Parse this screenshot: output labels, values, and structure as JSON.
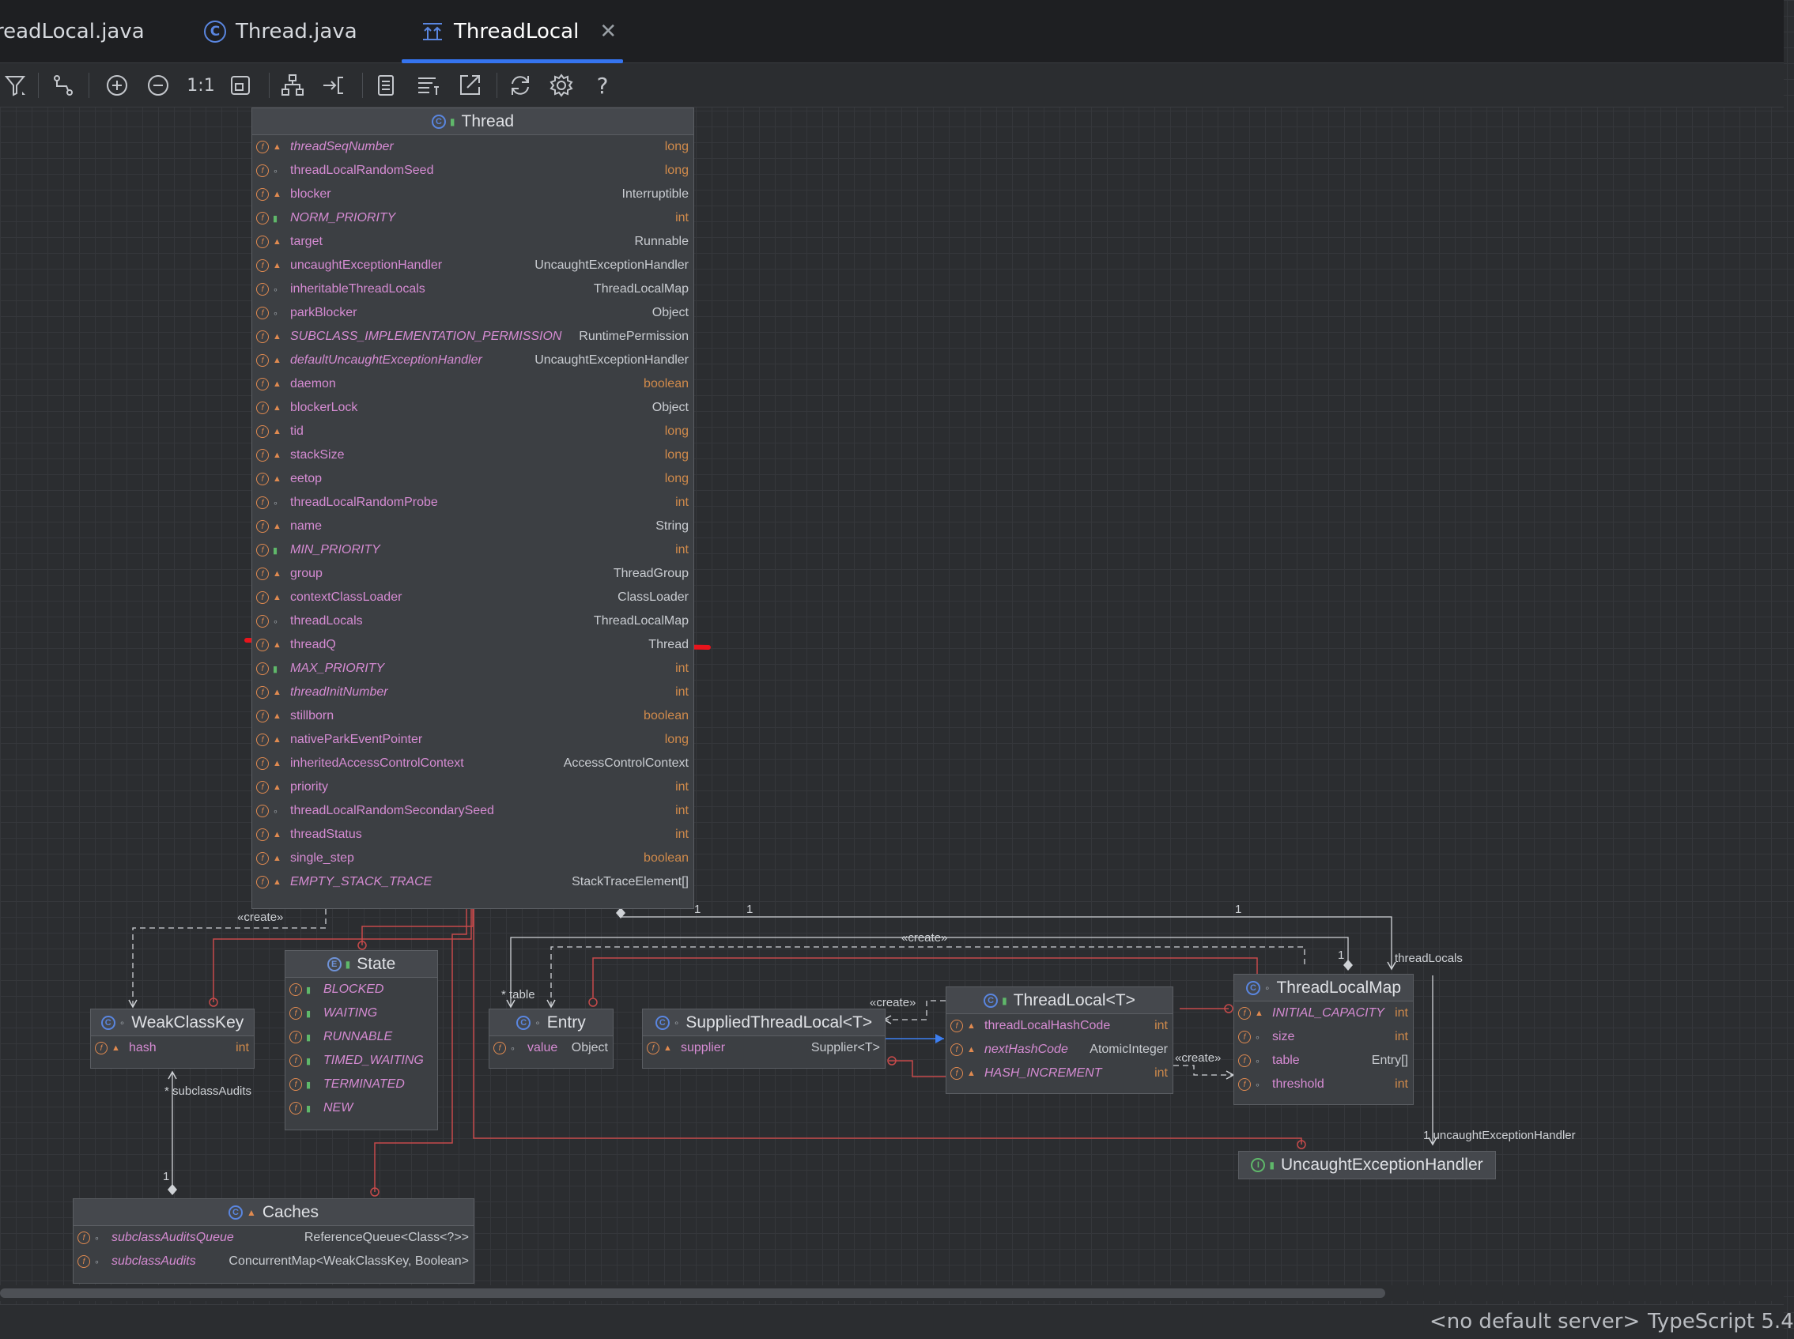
{
  "tabs": [
    {
      "label": "readLocal.java",
      "icon": "none"
    },
    {
      "label": "Thread.java",
      "icon": "class-c-icon"
    },
    {
      "label": "ThreadLocal",
      "icon": "diagram-icon",
      "active": true
    }
  ],
  "toolbar": {
    "zoom_actual_label": "1:1",
    "help_label": "?"
  },
  "nodes": {
    "thread": {
      "title": "Thread",
      "fields": [
        {
          "name": "threadSeqNumber",
          "type": "long",
          "static": true
        },
        {
          "name": "threadLocalRandomSeed",
          "type": "long",
          "static": false
        },
        {
          "name": "blocker",
          "type": "Interruptible",
          "static": false
        },
        {
          "name": "NORM_PRIORITY",
          "type": "int",
          "static": true
        },
        {
          "name": "target",
          "type": "Runnable",
          "static": false
        },
        {
          "name": "uncaughtExceptionHandler",
          "type": "UncaughtExceptionHandler",
          "static": false
        },
        {
          "name": "inheritableThreadLocals",
          "type": "ThreadLocalMap",
          "static": false
        },
        {
          "name": "parkBlocker",
          "type": "Object",
          "static": false
        },
        {
          "name": "SUBCLASS_IMPLEMENTATION_PERMISSION",
          "type": "RuntimePermission",
          "static": true
        },
        {
          "name": "defaultUncaughtExceptionHandler",
          "type": "UncaughtExceptionHandler",
          "static": true
        },
        {
          "name": "daemon",
          "type": "boolean",
          "static": false
        },
        {
          "name": "blockerLock",
          "type": "Object",
          "static": false
        },
        {
          "name": "tid",
          "type": "long",
          "static": false
        },
        {
          "name": "stackSize",
          "type": "long",
          "static": false
        },
        {
          "name": "eetop",
          "type": "long",
          "static": false
        },
        {
          "name": "threadLocalRandomProbe",
          "type": "int",
          "static": false
        },
        {
          "name": "name",
          "type": "String",
          "static": false
        },
        {
          "name": "MIN_PRIORITY",
          "type": "int",
          "static": true
        },
        {
          "name": "group",
          "type": "ThreadGroup",
          "static": false
        },
        {
          "name": "contextClassLoader",
          "type": "ClassLoader",
          "static": false
        },
        {
          "name": "threadLocals",
          "type": "ThreadLocalMap",
          "static": false
        },
        {
          "name": "threadQ",
          "type": "Thread",
          "static": false
        },
        {
          "name": "MAX_PRIORITY",
          "type": "int",
          "static": true
        },
        {
          "name": "threadInitNumber",
          "type": "int",
          "static": true
        },
        {
          "name": "stillborn",
          "type": "boolean",
          "static": false
        },
        {
          "name": "nativeParkEventPointer",
          "type": "long",
          "static": false
        },
        {
          "name": "inheritedAccessControlContext",
          "type": "AccessControlContext",
          "static": false
        },
        {
          "name": "priority",
          "type": "int",
          "static": false
        },
        {
          "name": "threadLocalRandomSecondarySeed",
          "type": "int",
          "static": false
        },
        {
          "name": "threadStatus",
          "type": "int",
          "static": false
        },
        {
          "name": "single_step",
          "type": "boolean",
          "static": false
        },
        {
          "name": "EMPTY_STACK_TRACE",
          "type": "StackTraceElement[]",
          "static": true
        }
      ]
    },
    "weakClassKey": {
      "title": "WeakClassKey",
      "fields": [
        {
          "name": "hash",
          "type": "int"
        }
      ]
    },
    "state": {
      "title": "State",
      "fields": [
        {
          "name": "BLOCKED"
        },
        {
          "name": "WAITING"
        },
        {
          "name": "RUNNABLE"
        },
        {
          "name": "TIMED_WAITING"
        },
        {
          "name": "TERMINATED"
        },
        {
          "name": "NEW"
        }
      ]
    },
    "entry": {
      "title": "Entry",
      "fields": [
        {
          "name": "value",
          "type": "Object"
        }
      ]
    },
    "supplied": {
      "title": "SuppliedThreadLocal<T>",
      "fields": [
        {
          "name": "supplier",
          "type": "Supplier<T>"
        }
      ]
    },
    "threadLocal": {
      "title": "ThreadLocal<T>",
      "fields": [
        {
          "name": "threadLocalHashCode",
          "type": "int",
          "static": false
        },
        {
          "name": "nextHashCode",
          "type": "AtomicInteger",
          "static": true
        },
        {
          "name": "HASH_INCREMENT",
          "type": "int",
          "static": true
        }
      ]
    },
    "threadLocalMap": {
      "title": "ThreadLocalMap",
      "fields": [
        {
          "name": "INITIAL_CAPACITY",
          "type": "int",
          "static": true
        },
        {
          "name": "size",
          "type": "int",
          "static": false
        },
        {
          "name": "table",
          "type": "Entry[]",
          "static": false
        },
        {
          "name": "threshold",
          "type": "int",
          "static": false
        }
      ]
    },
    "uncaught": {
      "title": "UncaughtExceptionHandler"
    },
    "caches": {
      "title": "Caches",
      "fields": [
        {
          "name": "subclassAuditsQueue",
          "type": "ReferenceQueue<Class<?>>",
          "static": true
        },
        {
          "name": "subclassAudits",
          "type": "ConcurrentMap<WeakClassKey, Boolean>",
          "static": true
        }
      ]
    }
  },
  "edge_labels": {
    "create1": "«create»",
    "create2": "«create»",
    "create3": "«create»",
    "create4": "«create»",
    "one_a": "1",
    "one_b": "1",
    "one_c": "1",
    "one_d": "1",
    "one_e": "1",
    "one_f": "1",
    "table": "* table",
    "threadLocals": "threadLocals",
    "subclassAudits": "* subclassAudits",
    "uncaughtHandler": "1 uncaughtExceptionHandler"
  },
  "statusbar": {
    "server": "<no default server>",
    "language": "TypeScript 5.4"
  },
  "colors": {
    "highlight_underline": "#e8141c",
    "accent": "#3574f0",
    "field_name": "#d58bd2",
    "edge_red": "#c64a4a"
  }
}
